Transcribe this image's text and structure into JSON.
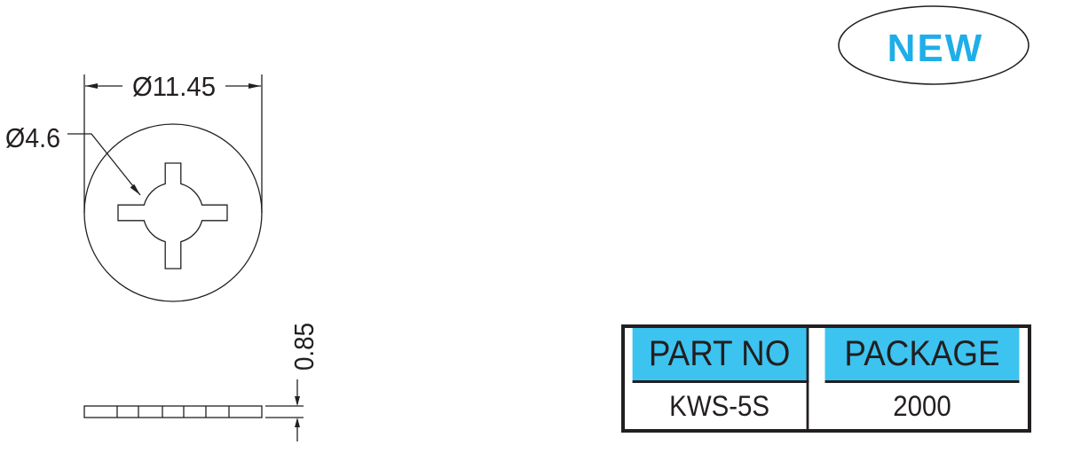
{
  "badge": {
    "label": "NEW",
    "color": "#1eaee8"
  },
  "dimensions": {
    "outer_diameter": "Ø11.45",
    "inner_diameter": "Ø4.6",
    "thickness": "0.85"
  },
  "table": {
    "header_color": "#3dc3ef",
    "headers": [
      "PART NO",
      "PACKAGE"
    ],
    "row": [
      "KWS-5S",
      "2000"
    ]
  }
}
